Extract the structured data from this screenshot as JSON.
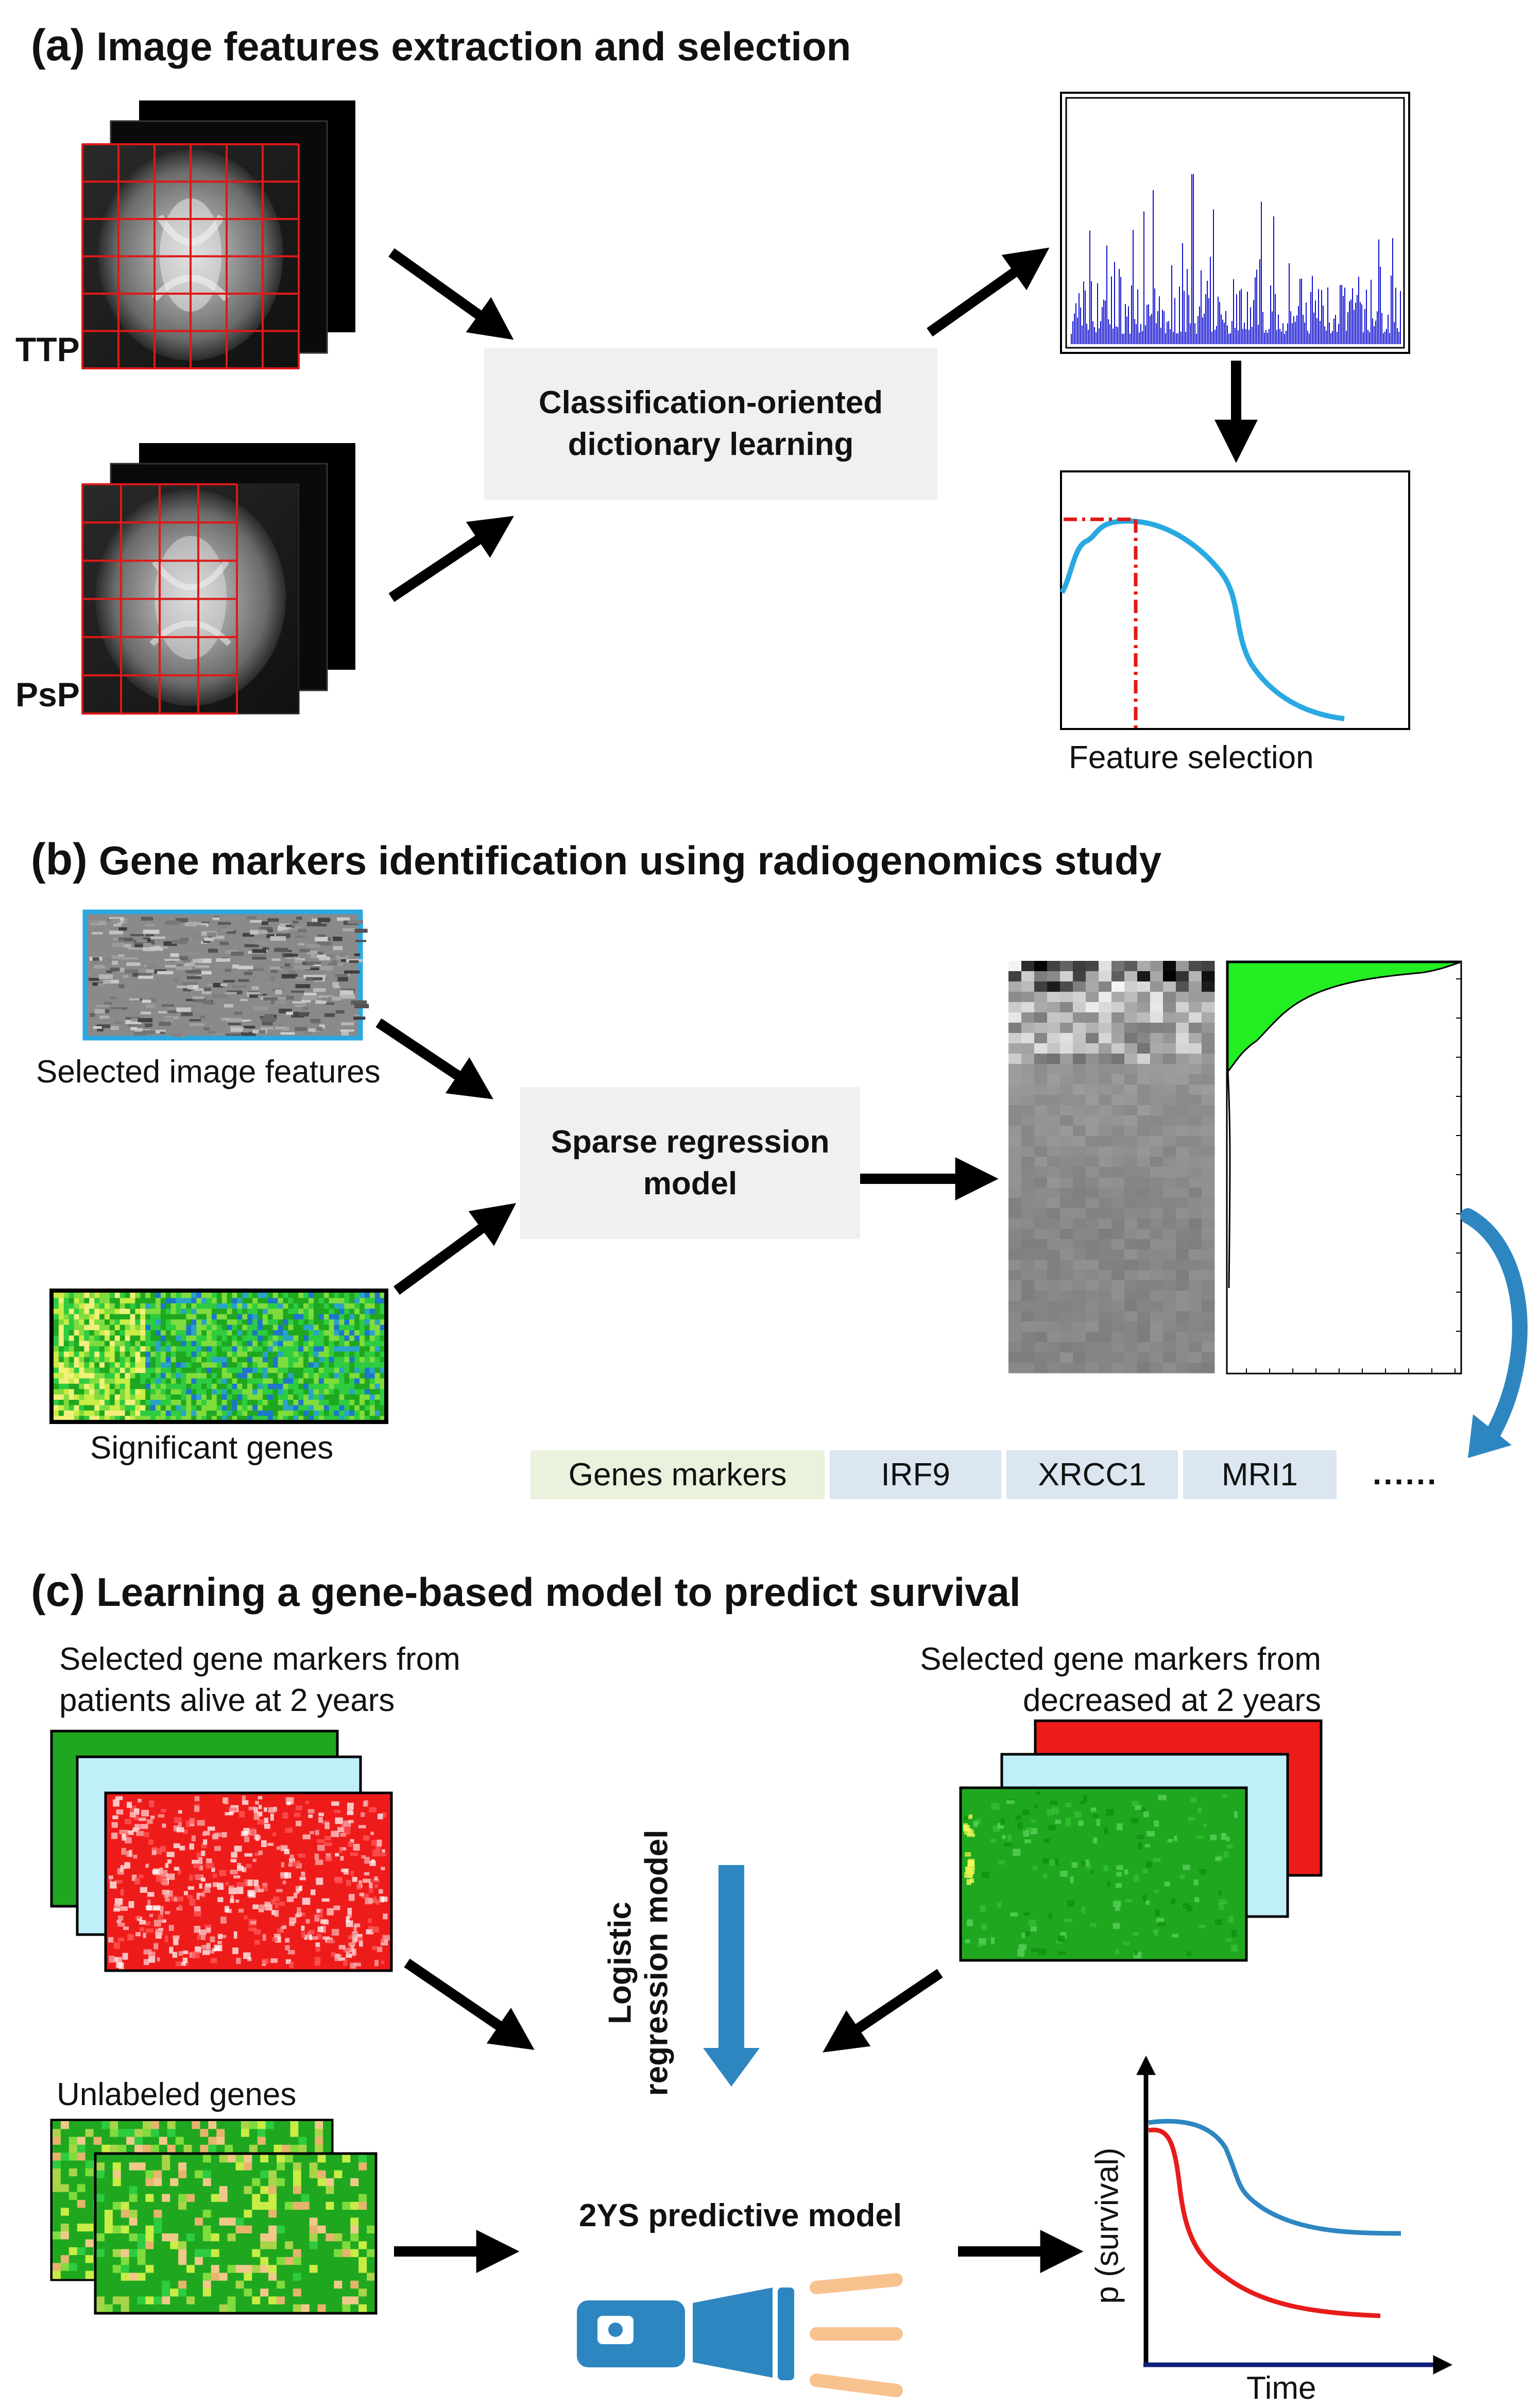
{
  "panel_a": {
    "label": "(a)",
    "title": "Image features extraction and selection",
    "modality_1": "TTP",
    "modality_2": "PsP",
    "process_box": "Classification-oriented dictionary learning",
    "feature_selection_caption": "Feature selection"
  },
  "panel_b": {
    "label": "(b)",
    "title": "Gene markers identification using radiogenomics study",
    "selected_image_features": "Selected image features",
    "significant_genes": "Significant genes",
    "process_box": "Sparse regression model",
    "markers": {
      "header": "Genes markers",
      "genes": [
        "IRF9",
        "XRCC1",
        "MRI1"
      ],
      "ellipsis": "......"
    }
  },
  "panel_c": {
    "label": "(c)",
    "title": "Learning a gene-based model to predict survival",
    "alive_caption_1": "Selected gene markers from",
    "alive_caption_2": "patients alive at 2 years",
    "deceased_caption_1": "Selected gene markers from",
    "deceased_caption_2": "decreased at 2 years",
    "logistic_1": "Logistic",
    "logistic_2": "regression model",
    "unlabeled": "Unlabeled genes",
    "model_box": "2YS predictive model",
    "y_axis": "p (survival)",
    "x_axis": "Time"
  },
  "colors": {
    "arrow": "#000000",
    "grid_red": "#e01818",
    "histogram_blue": "#1010d0",
    "curve_blue": "#29a9e1",
    "marker_header_bg": "#eaf1dd",
    "marker_gene_bg": "#dce6f1",
    "heatmap_green": "#1fa81f",
    "heatmap_red": "#ee1b1b",
    "heatmap_cyan": "#bff0fa",
    "survival_blue": "#2e86c1",
    "survival_red": "#e81b1b",
    "axis_navy": "#10207a",
    "spectrum_green": "#22ee22"
  }
}
